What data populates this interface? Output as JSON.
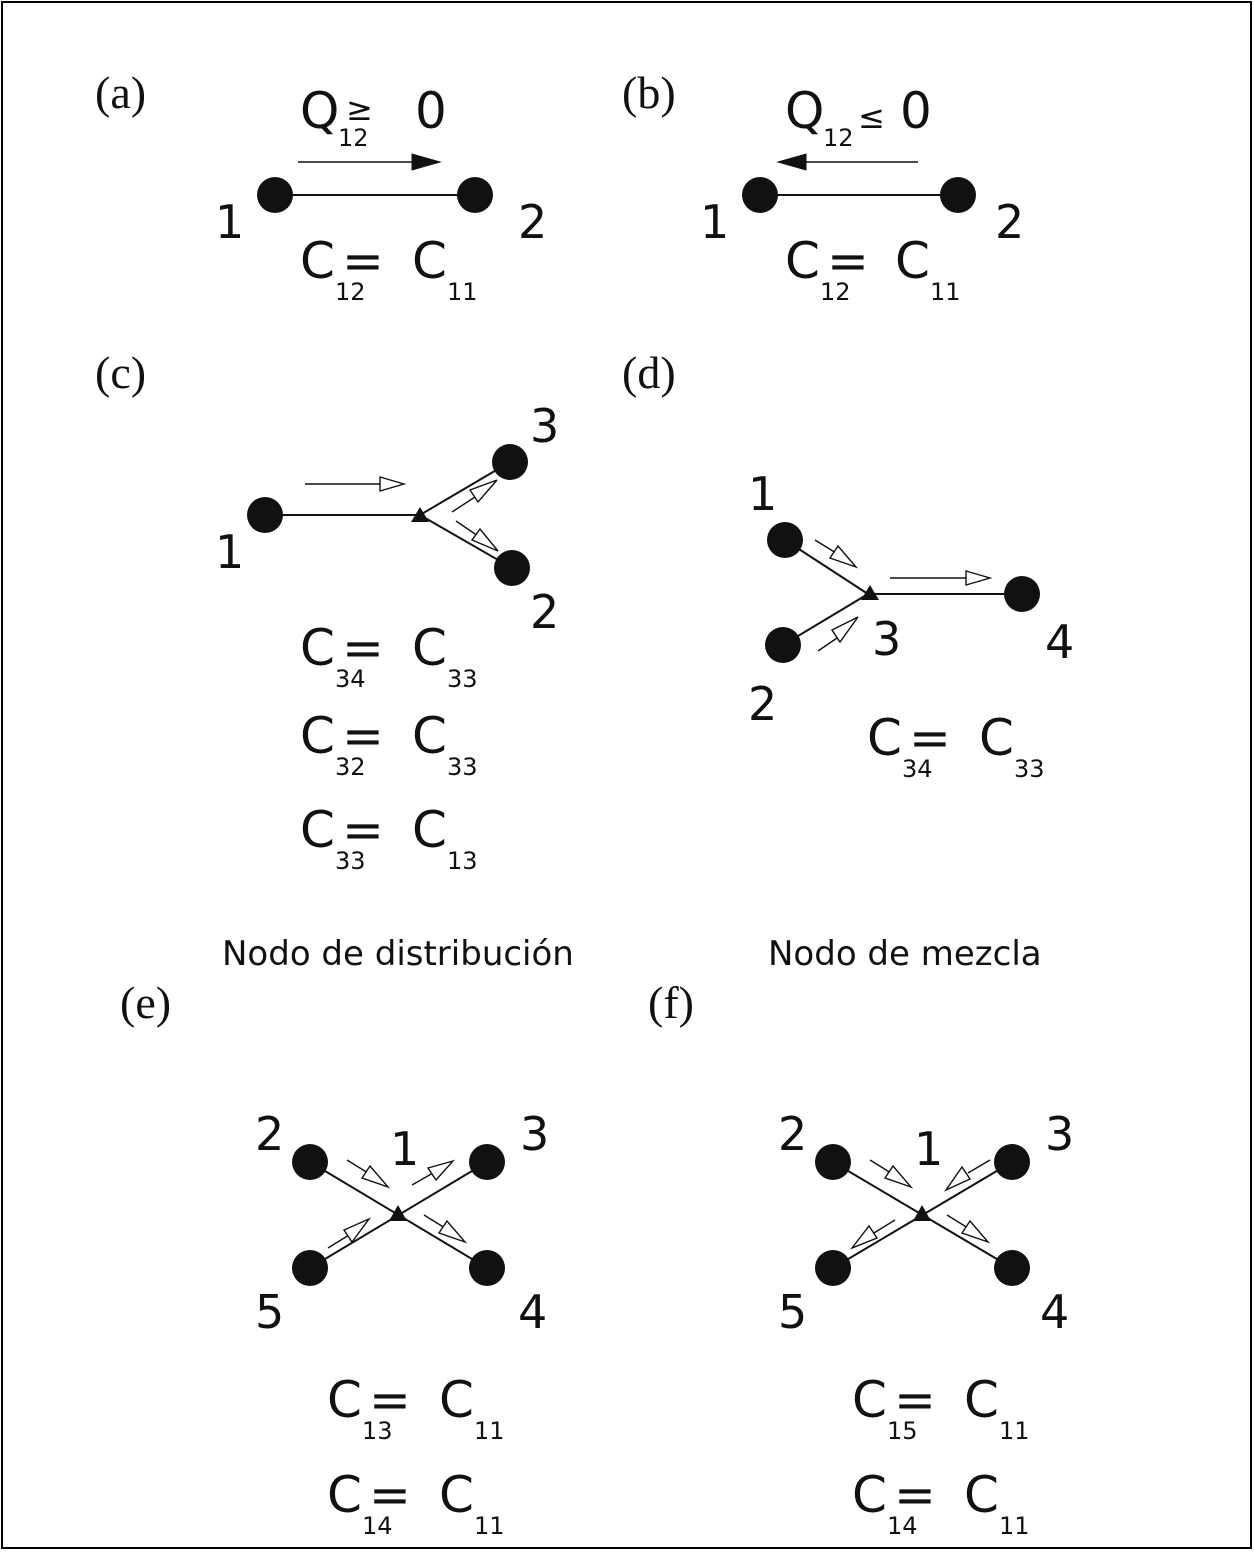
{
  "panels": {
    "a": {
      "label": "(a)",
      "flow_condition": {
        "main": "Q",
        "sub": "12",
        "rel": "≥",
        "rhs": "0"
      },
      "nodes": [
        "1",
        "2"
      ],
      "equations": [
        {
          "lhs": "C",
          "lhs_sub": "12",
          "rhs": "C",
          "rhs_sub": "11"
        }
      ]
    },
    "b": {
      "label": "(b)",
      "flow_condition": {
        "main": "Q",
        "sub": "12",
        "rel": "≤",
        "rhs": "0"
      },
      "nodes": [
        "1",
        "2"
      ],
      "equations": [
        {
          "lhs": "C",
          "lhs_sub": "12",
          "rhs": "C",
          "rhs_sub": "11"
        }
      ]
    },
    "c": {
      "label": "(c)",
      "nodes": [
        "1",
        "3",
        "2"
      ],
      "equations": [
        {
          "lhs": "C",
          "lhs_sub": "34",
          "rhs": "C",
          "rhs_sub": "33"
        },
        {
          "lhs": "C",
          "lhs_sub": "32",
          "rhs": "C",
          "rhs_sub": "33"
        },
        {
          "lhs": "C",
          "lhs_sub": "33",
          "rhs": "C",
          "rhs_sub": "13"
        }
      ],
      "caption": "Nodo de distribución"
    },
    "d": {
      "label": "(d)",
      "nodes": [
        "1",
        "2",
        "3",
        "4"
      ],
      "equations": [
        {
          "lhs": "C",
          "lhs_sub": "34",
          "rhs": "C",
          "rhs_sub": "33"
        }
      ],
      "caption": "Nodo de mezcla"
    },
    "e": {
      "label": "(e)",
      "nodes": [
        "2",
        "1",
        "3",
        "5",
        "4"
      ],
      "equations": [
        {
          "lhs": "C",
          "lhs_sub": "13",
          "rhs": "C",
          "rhs_sub": "11"
        },
        {
          "lhs": "C",
          "lhs_sub": "14",
          "rhs": "C",
          "rhs_sub": "11"
        }
      ]
    },
    "f": {
      "label": "(f)",
      "nodes": [
        "2",
        "1",
        "3",
        "5",
        "4"
      ],
      "equations": [
        {
          "lhs": "C",
          "lhs_sub": "15",
          "rhs": "C",
          "rhs_sub": "11"
        },
        {
          "lhs": "C",
          "lhs_sub": "14",
          "rhs": "C",
          "rhs_sub": "11"
        }
      ]
    }
  },
  "colors": {
    "ink": "#111111",
    "background": "#ffffff",
    "frame": "#000000"
  }
}
